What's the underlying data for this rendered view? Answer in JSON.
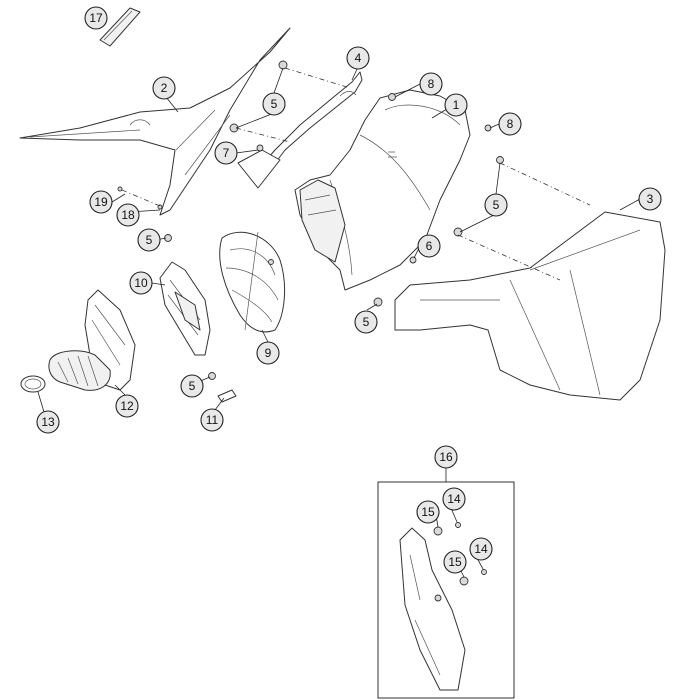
{
  "diagram": {
    "callouts": [
      {
        "id": "c17",
        "label": "17"
      },
      {
        "id": "c2",
        "label": "2"
      },
      {
        "id": "c4",
        "label": "4"
      },
      {
        "id": "c5a",
        "label": "5"
      },
      {
        "id": "c8a",
        "label": "8"
      },
      {
        "id": "c1",
        "label": "1"
      },
      {
        "id": "c8b",
        "label": "8"
      },
      {
        "id": "c7",
        "label": "7"
      },
      {
        "id": "c3",
        "label": "3"
      },
      {
        "id": "c19",
        "label": "19"
      },
      {
        "id": "c18",
        "label": "18"
      },
      {
        "id": "c5b",
        "label": "5"
      },
      {
        "id": "c5c",
        "label": "5"
      },
      {
        "id": "c6",
        "label": "6"
      },
      {
        "id": "c10",
        "label": "10"
      },
      {
        "id": "c5d",
        "label": "5"
      },
      {
        "id": "c9",
        "label": "9"
      },
      {
        "id": "c5e",
        "label": "5"
      },
      {
        "id": "c13",
        "label": "13"
      },
      {
        "id": "c12",
        "label": "12"
      },
      {
        "id": "c11",
        "label": "11"
      },
      {
        "id": "c16",
        "label": "16"
      },
      {
        "id": "c15a",
        "label": "15"
      },
      {
        "id": "c14a",
        "label": "14"
      },
      {
        "id": "c15b",
        "label": "15"
      },
      {
        "id": "c14b",
        "label": "14"
      }
    ]
  }
}
